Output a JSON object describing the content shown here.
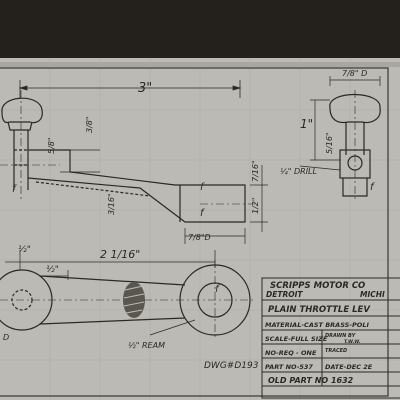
{
  "drawing": {
    "title_block": {
      "company": "SCRIPPS MOTOR CO",
      "city": "DETROIT",
      "state": "MICHI",
      "part_name": "PLAIN THROTTLE LEV",
      "material": "MATERIAL-CAST BRASS-POLI",
      "scale": "SCALE-FULL SIZE",
      "drawn_by": "DRAWN BY",
      "drawn_by_initials": "T.W.W.",
      "no_req": "NO-REQ - ONE",
      "traced": "TRACED",
      "part_no": "PART NO-537",
      "date": "DATE-DEC 2E",
      "old_part_no": "OLD PART NO 1632"
    },
    "dwg_no": "DWG#D193",
    "notes": {
      "drill": "¼\" DRILL",
      "ream": "½\" REAM",
      "finish_mark": "f",
      "d_mark": "D"
    },
    "dimensions": {
      "overall_length": "3\"",
      "knob_dia": "7/8\" D",
      "height_one": "1\"",
      "bore_len": "2 1/16\"",
      "half_left": "½\"",
      "half_right": "½\"",
      "small_side_a": "3/8\"",
      "small_side_b": "5/8\"",
      "small_side_c": "3/16\"",
      "small_side_d": "7/16\"",
      "small_side_e": "1/2\"",
      "small_side_f": "5/16\"",
      "small_side_g": "7/8\"D"
    }
  }
}
